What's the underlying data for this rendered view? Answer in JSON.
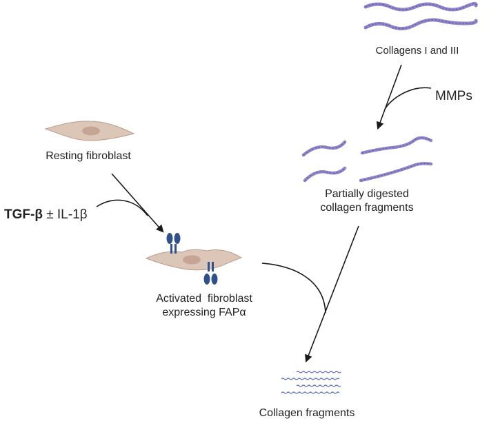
{
  "labels": {
    "collagens": "Collagens I and III",
    "mmps": "MMPs",
    "resting_fibroblast": "Resting fibroblast",
    "partially_digested_line1": "Partially digested",
    "partially_digested_line2": "collagen fragments",
    "tgf_beta": "TGF-β",
    "tgf_rest": " ± IL-1β",
    "activated_line1": "Activated  fibroblast",
    "activated_line2": "expressing FAPα",
    "collagen_fragments": "Collagen fragments"
  },
  "colors": {
    "collagen": "#8e84c8",
    "collagen_dark": "#5c4f9e",
    "cell_body": "#dcc6b8",
    "cell_outline": "#b89c8c",
    "nucleus": "#c6a594",
    "fap_receptor": "#2f5088",
    "fragment": "#5566b8",
    "arrow": "#1a1a1a"
  }
}
